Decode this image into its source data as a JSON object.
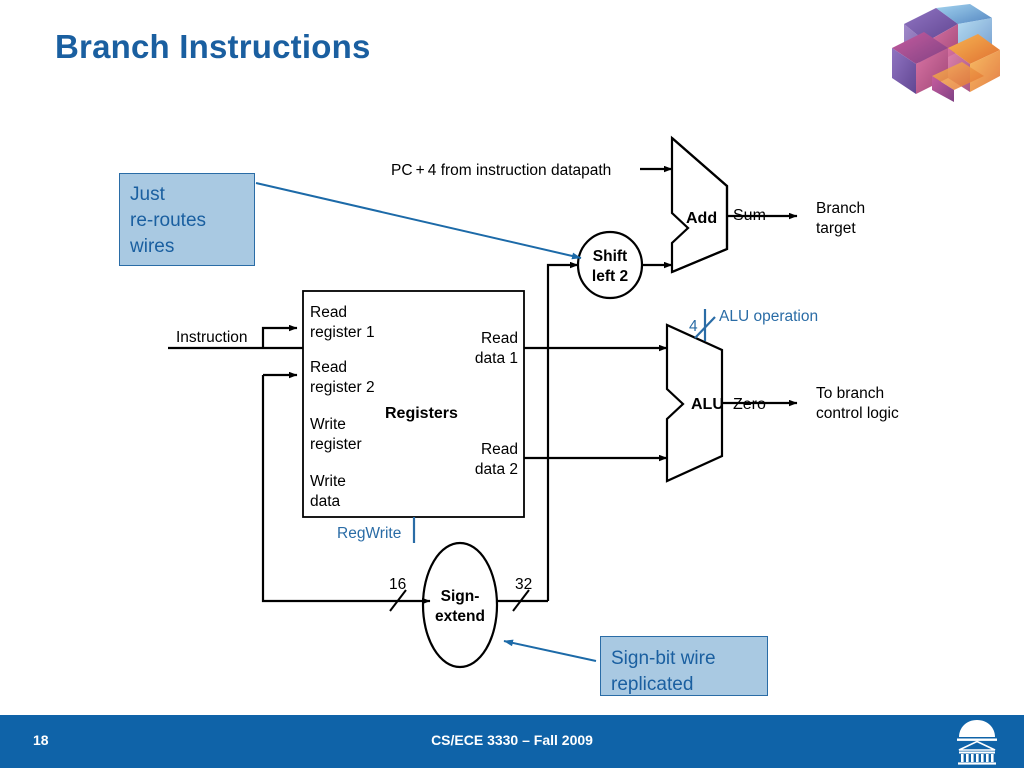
{
  "slide": {
    "title": "Branch Instructions",
    "decorative_graphic": "3d-blocks-graphic"
  },
  "callouts": [
    {
      "id": "reroute",
      "text": "Just re-routes wires",
      "line1": "Just",
      "line2": "re-routes",
      "line3": "wires"
    },
    {
      "id": "signbit",
      "text": "Sign-bit wire replicated",
      "line1": "Sign-bit wire",
      "line2": "replicated"
    }
  ],
  "diagram": {
    "name": "mips-branch-datapath",
    "inputs": {
      "pc_plus_4": "PC + 4 from instruction datapath",
      "instruction": "Instruction"
    },
    "blocks": {
      "add": {
        "label": "Add",
        "output_label": "Sum"
      },
      "shift_left_2": {
        "line1": "Shift",
        "line2": "left 2"
      },
      "registers": {
        "label": "Registers",
        "inputs": [
          {
            "line1": "Read",
            "line2": "register 1"
          },
          {
            "line1": "Read",
            "line2": "register 2"
          },
          {
            "line1": "Write",
            "line2": "register"
          },
          {
            "line1": "Write",
            "line2": "data"
          }
        ],
        "outputs": [
          {
            "line1": "Read",
            "line2": "data 1"
          },
          {
            "line1": "Read",
            "line2": "data 2"
          }
        ],
        "control": "RegWrite"
      },
      "alu": {
        "label": "ALU",
        "output_label": "Zero",
        "control": "ALU operation",
        "control_width": "4"
      },
      "sign_extend": {
        "line1": "Sign-",
        "line2": "extend",
        "in_width": "16",
        "out_width": "32"
      }
    },
    "outputs": {
      "branch_target": {
        "line1": "Branch",
        "line2": "target"
      },
      "branch_control": {
        "line1": "To branch",
        "line2": "control logic"
      }
    }
  },
  "footer": {
    "page_number": "18",
    "course": "CS/ECE 3330 – Fall 2009",
    "logo": "rotunda-logo"
  },
  "colors": {
    "title_blue": "#1a5fa0",
    "callout_fill": "#a9c9e2",
    "callout_border": "#2a6ca6",
    "footer_blue": "#0f63a8",
    "control_blue": "#2a6ca6",
    "wire_black": "#000000"
  }
}
